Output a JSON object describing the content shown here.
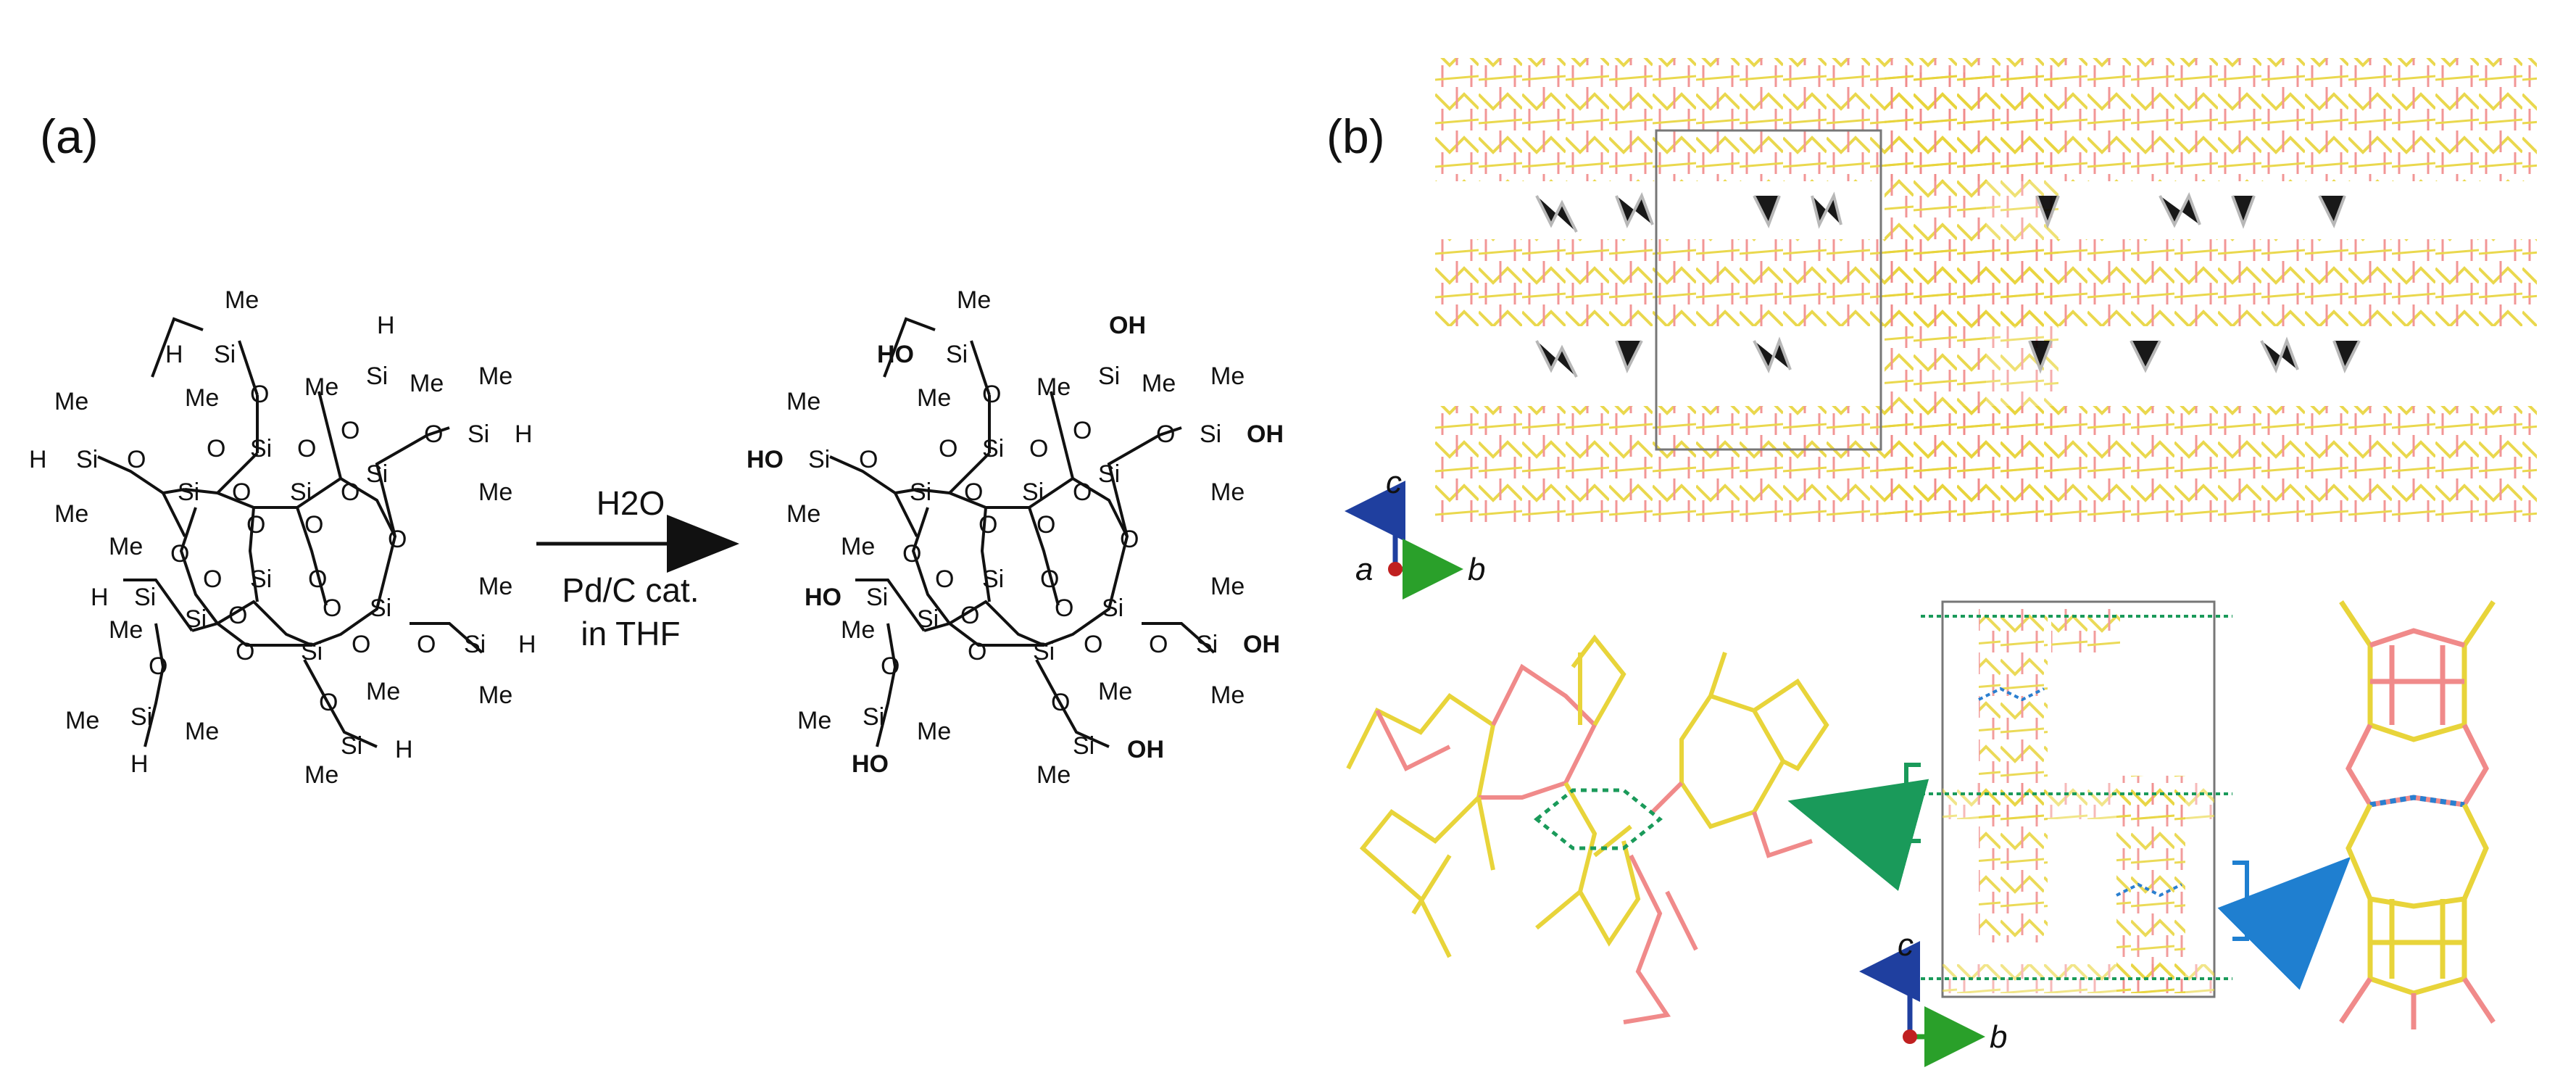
{
  "panels": {
    "a_label": "(a)",
    "b_label": "(b)"
  },
  "reaction": {
    "reagent_line1": "H2O",
    "reagent_line2": "Pd/C cat.",
    "reagent_line3": "in THF"
  },
  "atoms": {
    "si": "Si",
    "o": "O",
    "h": "H",
    "me": "Me",
    "oh": "OH",
    "ho": "HO"
  },
  "axes": {
    "top": {
      "c": "c",
      "a": "a",
      "b": "b"
    },
    "bottom": {
      "c": "c",
      "b": "b"
    }
  },
  "colors": {
    "si_bond": "#e8d43a",
    "o_bond": "#f08a8a",
    "h_bond": "#b0b0b0",
    "h_bond_green": "#1a9a5a",
    "h_bond_blue": "#2a7fd0",
    "arrow_green": "#1a9a5a",
    "arrow_blue": "#1f7fd0",
    "axis_c": "#1f3f9f",
    "axis_b": "#2aa02a",
    "axis_a": "#c02020",
    "cell_box": "#777777"
  },
  "icons": [
    "reaction-arrow-icon",
    "green-curved-arrow-icon",
    "blue-curved-arrow-icon",
    "axis-triad-icon"
  ]
}
